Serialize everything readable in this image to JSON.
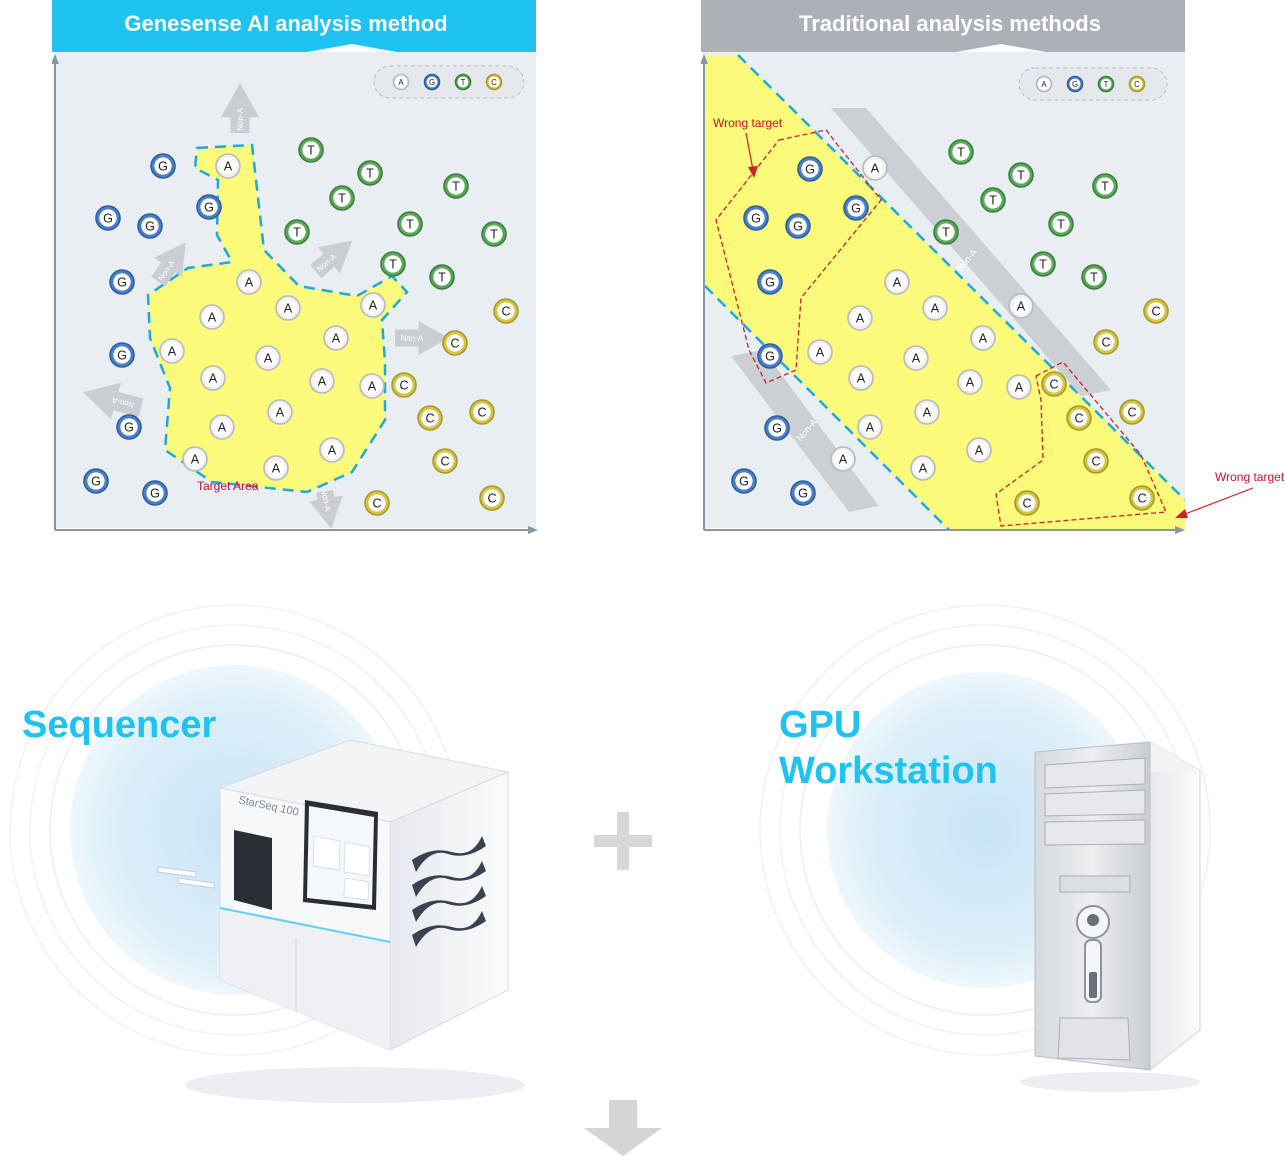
{
  "left_panel": {
    "title": "Genesense AI analysis method",
    "header_color": "#1ec3f0",
    "target_label": "Target Area",
    "legend": [
      "A",
      "G",
      "T",
      "C"
    ],
    "arrow_label": "Non-A"
  },
  "right_panel": {
    "title": "Traditional analysis methods",
    "header_color": "#acb1b8",
    "wrong_target_1": "Wrong target",
    "wrong_target_2": "Wrong target",
    "legend": [
      "A",
      "G",
      "T",
      "C"
    ],
    "arrow_label": "Non-A"
  },
  "device_labels": {
    "sequencer": "Sequencer",
    "gpu_line1": "GPU",
    "gpu_line2": "Workstation",
    "sequencer_brand": "StarSeq 100"
  },
  "colors": {
    "A": "#f2f2f2",
    "G": "#4a7fc9",
    "T": "#5aa85a",
    "C": "#d4c545",
    "target_fill": "#fbfa7a",
    "dash_blue": "#1ea8df",
    "dash_red": "#cc2222",
    "accent": "#1ec3f0"
  }
}
